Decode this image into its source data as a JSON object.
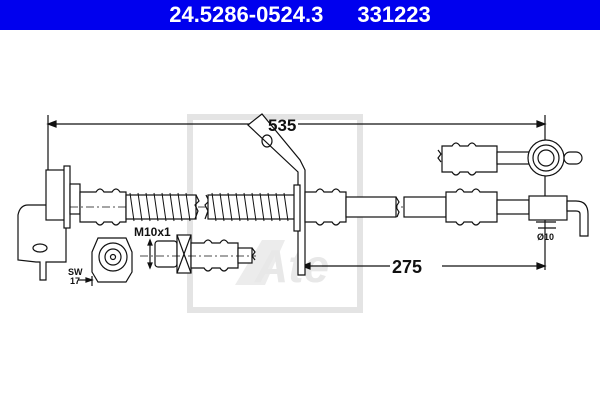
{
  "header": {
    "part_number": "24.5286-0524.3",
    "article_number": "331223",
    "background_color": "#0000ee",
    "text_color": "#ffffff"
  },
  "diagram": {
    "subject": "brake hose technical drawing",
    "dimensions": {
      "overall_length": "535",
      "partial_length": "275",
      "thread": "M10x1",
      "wrench_size_label": "SW",
      "wrench_size_value": "17",
      "diameter": "Ø10"
    },
    "watermark": "Ate",
    "line_color": "#111111",
    "watermark_color": "#e6e6e6"
  }
}
